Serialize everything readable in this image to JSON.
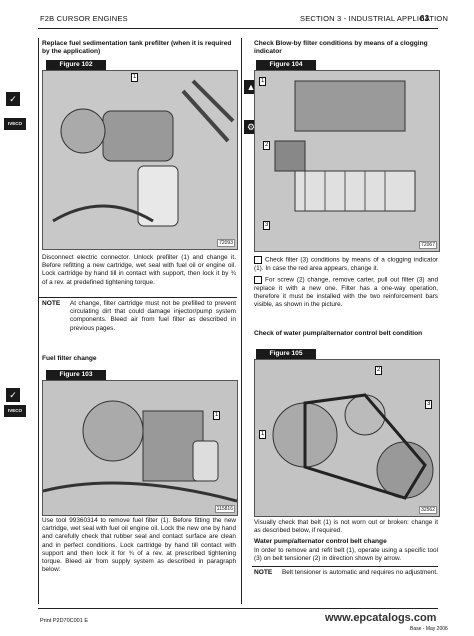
{
  "header": {
    "left": "F2B CURSOR ENGINES",
    "right": "SECTION 3 - INDUSTRIAL APPLICATION",
    "page": "63"
  },
  "left": {
    "s1_heading": "Replace fuel sedimentation tank prefilter (when it is required by the application)",
    "s1_fig": "Figure 102",
    "s1_code": "72093",
    "s1_text": "Disconnect electric connector. Unlock prefilter (1) and change it. Before refitting a new cartridge, wet seal with fuel oil or engine oil. Lock cartridge by hand till in contact with support, then lock it by ¾ of a rev. at predefined tightening torque.",
    "note_key": "NOTE",
    "note_text": "At change, filter cartridge must not be prefilled to prevent circulating dirt that could damage injector/pump system components. Bleed air from fuel filter as described in previous pages.",
    "s2_heading": "Fuel filter change",
    "s2_fig": "Figure 103",
    "s2_code": "115816",
    "s2_text": "Use tool 99360314 to remove fuel filter (1). Before fitting the new cartridge, wet seal with fuel oil engine oil. Lock the new one by hand and carefully check that rubber seal and contact surface are clean and in perfect conditions. Lock cartridge by hand till contact with support and then lock it for ¾ of a rev. at prescribed tightening torque. Bleed air from supply system as described in paragraph below:",
    "iveco": "IVECO"
  },
  "right": {
    "s1_heading": "Check Blow-by filter conditions by means of a clogging indicator",
    "s1_fig": "Figure 104",
    "s1_code": "72067",
    "b1": "Check filter (3) conditions by means of a clogging indicator (1). In case the red area appears, change it.",
    "b2": "For screw (2) change, remove carter, pull out filter (3) and replace it with a new one. Filter has a one-way operation, therefore it must be installed with the two reinforcement bars visible, as shown in the picture.",
    "s2_heading": "Check of water pump/alternator control belt condition",
    "s2_fig": "Figure 105",
    "s2_code": "32562",
    "s2_text": "Visually check that belt (1) is not worn out or broken: change it as described below, if required.",
    "s3_heading": "Water pump/alternator control belt change",
    "s3_text": "In order to remove and refit belt (1), operate using a specific tool (3) on belt tensioner (2) in direction shown by arrow.",
    "note_key": "NOTE",
    "note_text": "Belt tensioner is automatic and requires no adjustment."
  },
  "footer": {
    "left": "Print P2D70C001 E",
    "watermark": "www.epcatalogs.com",
    "right": "Base - May 2006"
  }
}
